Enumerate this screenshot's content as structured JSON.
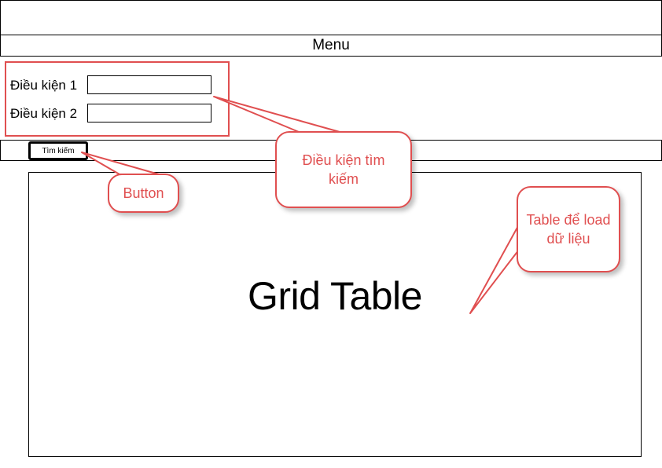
{
  "menu": {
    "label": "Menu"
  },
  "search_conditions": {
    "condition_1": {
      "label": "Điều kiện 1",
      "value": ""
    },
    "condition_2": {
      "label": "Điều kiện 2",
      "value": ""
    }
  },
  "toolbar": {
    "search_button_label": "Tìm kiếm"
  },
  "grid": {
    "title": "Grid Table"
  },
  "annotations": {
    "conditions_callout": "Điều kiện tìm kiếm",
    "button_callout": "Button",
    "table_callout": "Table để load dữ liệu"
  },
  "colors": {
    "annotation_red": "#e04f50"
  }
}
